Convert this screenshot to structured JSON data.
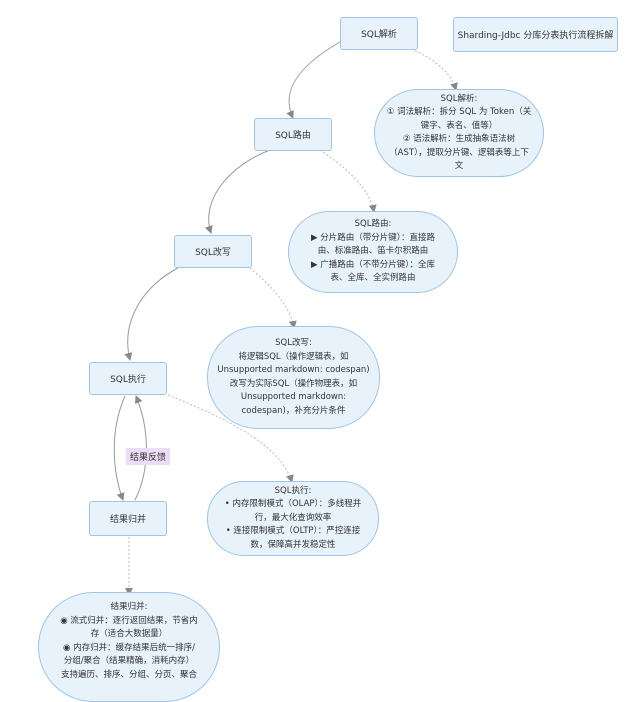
{
  "diagram": {
    "title": "Sharding-Jdbc 分库分表执行流程拆解",
    "nodes": {
      "parse": "SQL解析",
      "route": "SQL路由",
      "rewrite": "SQL改写",
      "execute": "SQL执行",
      "merge": "结果归并"
    },
    "edge_label": "结果反馈",
    "notes": {
      "parse": [
        "SQL解析:",
        "① 词法解析：拆分 SQL 为 Token（关",
        "键字、表名、值等）",
        "② 语法解析：生成抽象语法树",
        "（AST），提取分片键、逻辑表等上下",
        "文"
      ],
      "route": [
        "SQL路由:",
        "▶ 分片路由（带分片键）：直接路",
        "由、标准路由、笛卡尔积路由",
        "▶ 广播路由（不带分片键）：全库",
        "表、全库、全实例路由"
      ],
      "rewrite": [
        "SQL改写:",
        "将逻辑SQL（操作逻辑表，如",
        "Unsupported markdown: codespan)",
        "改写为实际SQL（操作物理表，如",
        "Unsupported markdown:",
        "codespan)，补充分片条件"
      ],
      "execute": [
        "SQL执行:",
        "• 内存限制模式（OLAP）：多线程并",
        "行，最大化查询效率",
        "• 连接限制模式（OLTP）：严控连接",
        "数，保障高并发稳定性"
      ],
      "merge": [
        "结果归并:",
        "◉ 流式归并：逐行返回结果，节省内",
        "存（适合大数据量）",
        "◉ 内存归并：缓存结果后统一排序/",
        "分组/聚合（结果精确，消耗内存）",
        "支持遍历、排序、分组、分页、聚合"
      ]
    }
  }
}
